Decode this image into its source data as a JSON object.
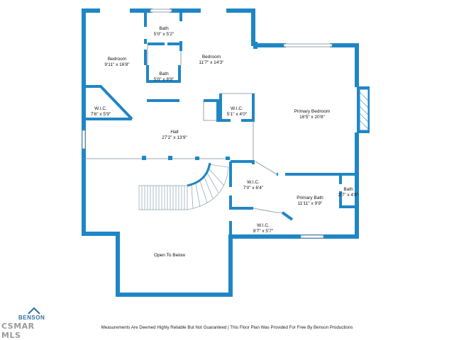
{
  "rooms": [
    {
      "name": "Bedroom",
      "dims": "9'11\" x 16'8\""
    },
    {
      "name": "Bath",
      "dims": "5'0\" x 5'2\""
    },
    {
      "name": "Bedroom",
      "dims": "11'7\" x 14'3\""
    },
    {
      "name": "Bath",
      "dims": "5'0\" x 8'9\""
    },
    {
      "name": "W.I.C.",
      "dims": "7'6\" x 5'9\""
    },
    {
      "name": "W.I.C.",
      "dims": "5'1\" x 4'0\""
    },
    {
      "name": "Primary Bedroom",
      "dims": "16'5\" x 20'8\""
    },
    {
      "name": "Hall",
      "dims": "27'2\" x 13'9\""
    },
    {
      "name": "W.I.C.",
      "dims": "7'0\" x 6'4\""
    },
    {
      "name": "Bath",
      "dims": "2'7\" x 4'8\""
    },
    {
      "name": "Primary Bath",
      "dims": "11'11\" x 9'9\""
    },
    {
      "name": "W.I.C.",
      "dims": "9'7\" x 5'7\""
    },
    {
      "name": "Open To Below",
      "dims": ""
    }
  ],
  "branding": {
    "brand": "BENSON",
    "watermark": "CSMAR MLS"
  },
  "footer": {
    "disclaimer": "Measurements Are Deemed Highly Reliable But Not Guaranteed | This Floor Plan Was Provided For Free By Benson Productions"
  },
  "colors": {
    "wall": "#1f86c6",
    "line": "#7a8a96",
    "stair": "#8aa0b0"
  }
}
